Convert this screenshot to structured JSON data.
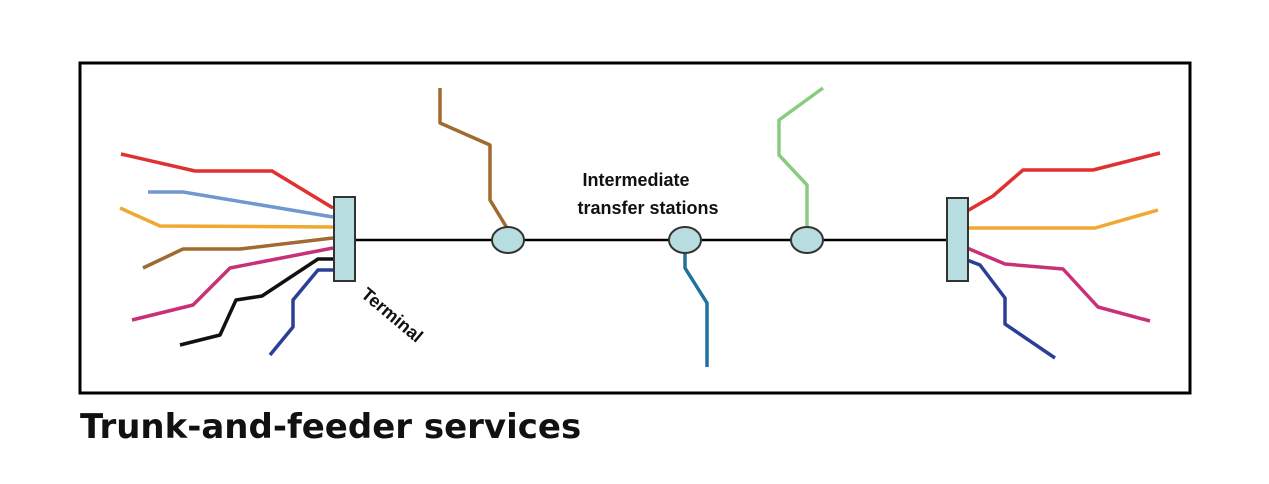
{
  "diagram": {
    "title": "Trunk-and-feeder services",
    "labels": {
      "terminal": "Terminal",
      "intermediate_line1": "Intermediate",
      "intermediate_line2": "transfer stations"
    },
    "colors": {
      "frame": "#000000",
      "trunk": "#000000",
      "station_fill": "#b8dde0",
      "station_stroke": "#333333",
      "red": "#e03030",
      "light_blue": "#7098d0",
      "orange": "#f0a830",
      "brown": "#a06a30",
      "magenta": "#c83078",
      "black": "#111111",
      "navy": "#2c3f98",
      "teal_blue": "#2070a0",
      "light_green": "#88cc80"
    },
    "elements": {
      "terminals": 2,
      "intermediate_stations": 3,
      "left_feeders": 7,
      "right_feeders": 4
    }
  }
}
